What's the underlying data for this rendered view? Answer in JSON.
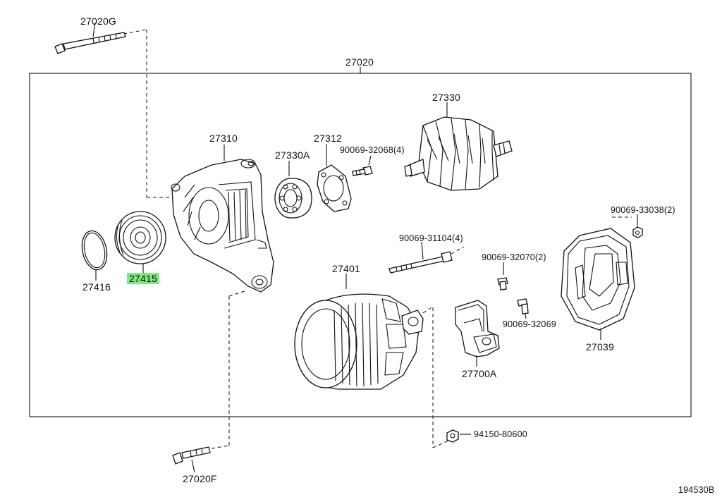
{
  "labels": {
    "p27020G": "27020G",
    "p27020": "27020",
    "p27330": "27330",
    "p27310": "27310",
    "p27312": "27312",
    "p27330A": "27330A",
    "p90069_32068": "90069-32068(4)",
    "p90069_33038": "90069-33038(2)",
    "p90069_31104": "90069-31104(4)",
    "p90069_32070": "90069-32070(2)",
    "p90069_32069": "90069-32069",
    "p27401": "27401",
    "p27416": "27416",
    "p27415": "27415",
    "p27700A": "27700A",
    "p27039": "27039",
    "p94150_80600": "94150-80600",
    "p27020F": "27020F",
    "ref": "194530B"
  },
  "colors": {
    "highlight": "#7dea7d",
    "line": "#111111"
  },
  "highlighted_part": "27415"
}
